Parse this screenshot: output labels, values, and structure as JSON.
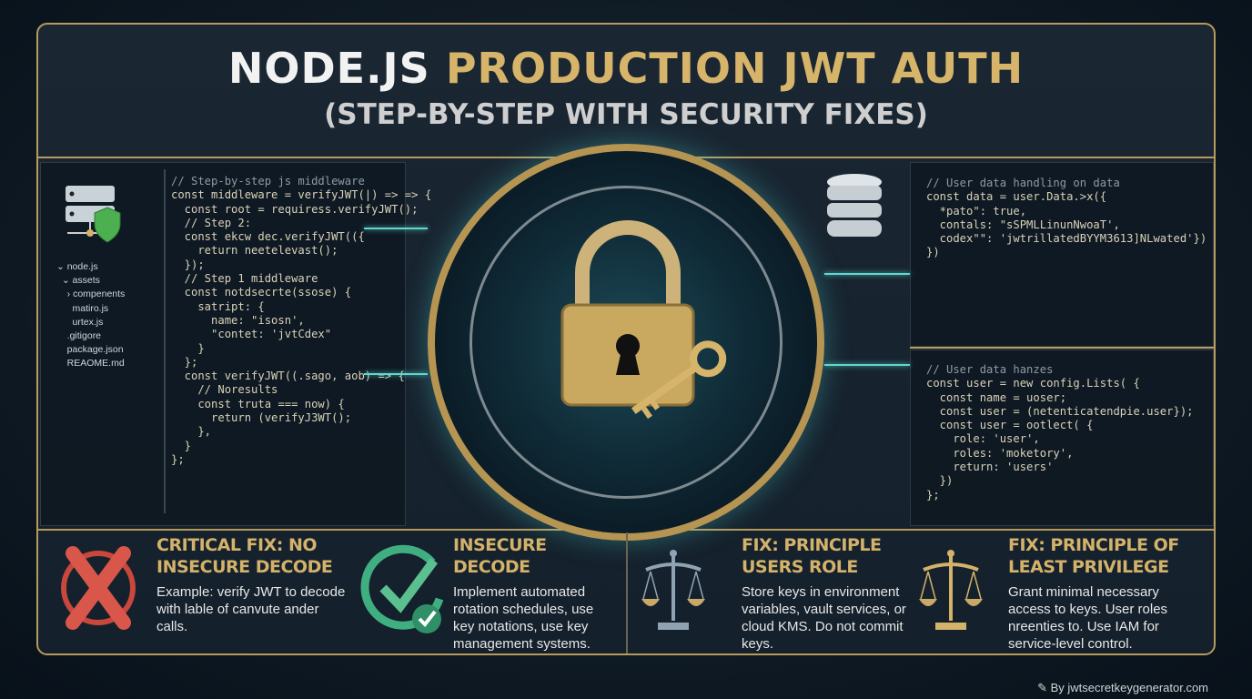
{
  "title": {
    "part1": "NODE.JS",
    "part2": "PRODUCTION JWT AUTH",
    "subtitle": "(STEP-BY-STEP WITH SECURITY FIXES)"
  },
  "file_tree": [
    "⌄ node.js",
    "  ⌄ assets",
    "    › compenents",
    "      matiro.js",
    "      urtex.js",
    "    .gitigore",
    "    package.json",
    "    REAOME.md"
  ],
  "left_code": [
    "// Step-by-step js middleware",
    "const middleware = verifyJWT(|) => => {",
    "  const root = requiress.verifyJWT();",
    "",
    "  // Step 2:",
    "  const ekcw dec.verifyJWT(({",
    "    return neetelevast();",
    "  });",
    "",
    "  // Step 1 middleware",
    "  const notdsecrte(ssose) {",
    "    satript: {",
    "      name: \"isosn',",
    "      \"contet: 'jvtCdex\"",
    "    }",
    "  };",
    "  const verifyJWT((.sago, aob) => {",
    "",
    "    // Noresults",
    "    const truta === now) {",
    "      return (verifyJ3WT();",
    "    },",
    "  }",
    "};"
  ],
  "right_code_top": [
    "// User data handling on data",
    "const data = user.Data.>x({",
    "  *pato\": true,",
    "  contals: \"sSPMLLinunNwoaT',",
    "  codex\"\": 'jwtrillatedBYYM3613]NLwated'})",
    "})"
  ],
  "right_code_bottom": [
    "// User data hanzes",
    "const user = new config.Lists( {",
    "  const name = uoser;",
    "  const user = (netenticatendpie.user});",
    "",
    "  const user = ootlect( {",
    "    role: 'user',",
    "    roles: 'moketory',",
    "    return: 'users'",
    "  })",
    "};"
  ],
  "fixes": [
    {
      "icon": "x-icon",
      "title": "CRITICAL FIX: NO INSECURE DECODE",
      "body": "Example: verify JWT to decode with lable of canvute ander calls."
    },
    {
      "icon": "check-icon",
      "title": "INSECURE DECODE",
      "body": "Implement automated rotation schedules, use key notations, use key management systems."
    },
    {
      "icon": "scales-icon",
      "title": "FIX: PRINCIPLE USERS ROLE",
      "body": "Store keys in environment variables, vault services, or cloud KMS. Do not commit keys."
    },
    {
      "icon": "scales-icon",
      "title": "FIX: PRINCIPLE OF LEAST PRIVILEGE",
      "body": "Grant minimal necessary access to keys. User roles nreenties to. Use IAM for service-level control."
    }
  ],
  "credit": "By jwtsecretkeygenerator.com",
  "colors": {
    "gold": "#d4b26a",
    "teal": "#5fd8cf",
    "red": "#d9574a",
    "green": "#3fae80"
  }
}
